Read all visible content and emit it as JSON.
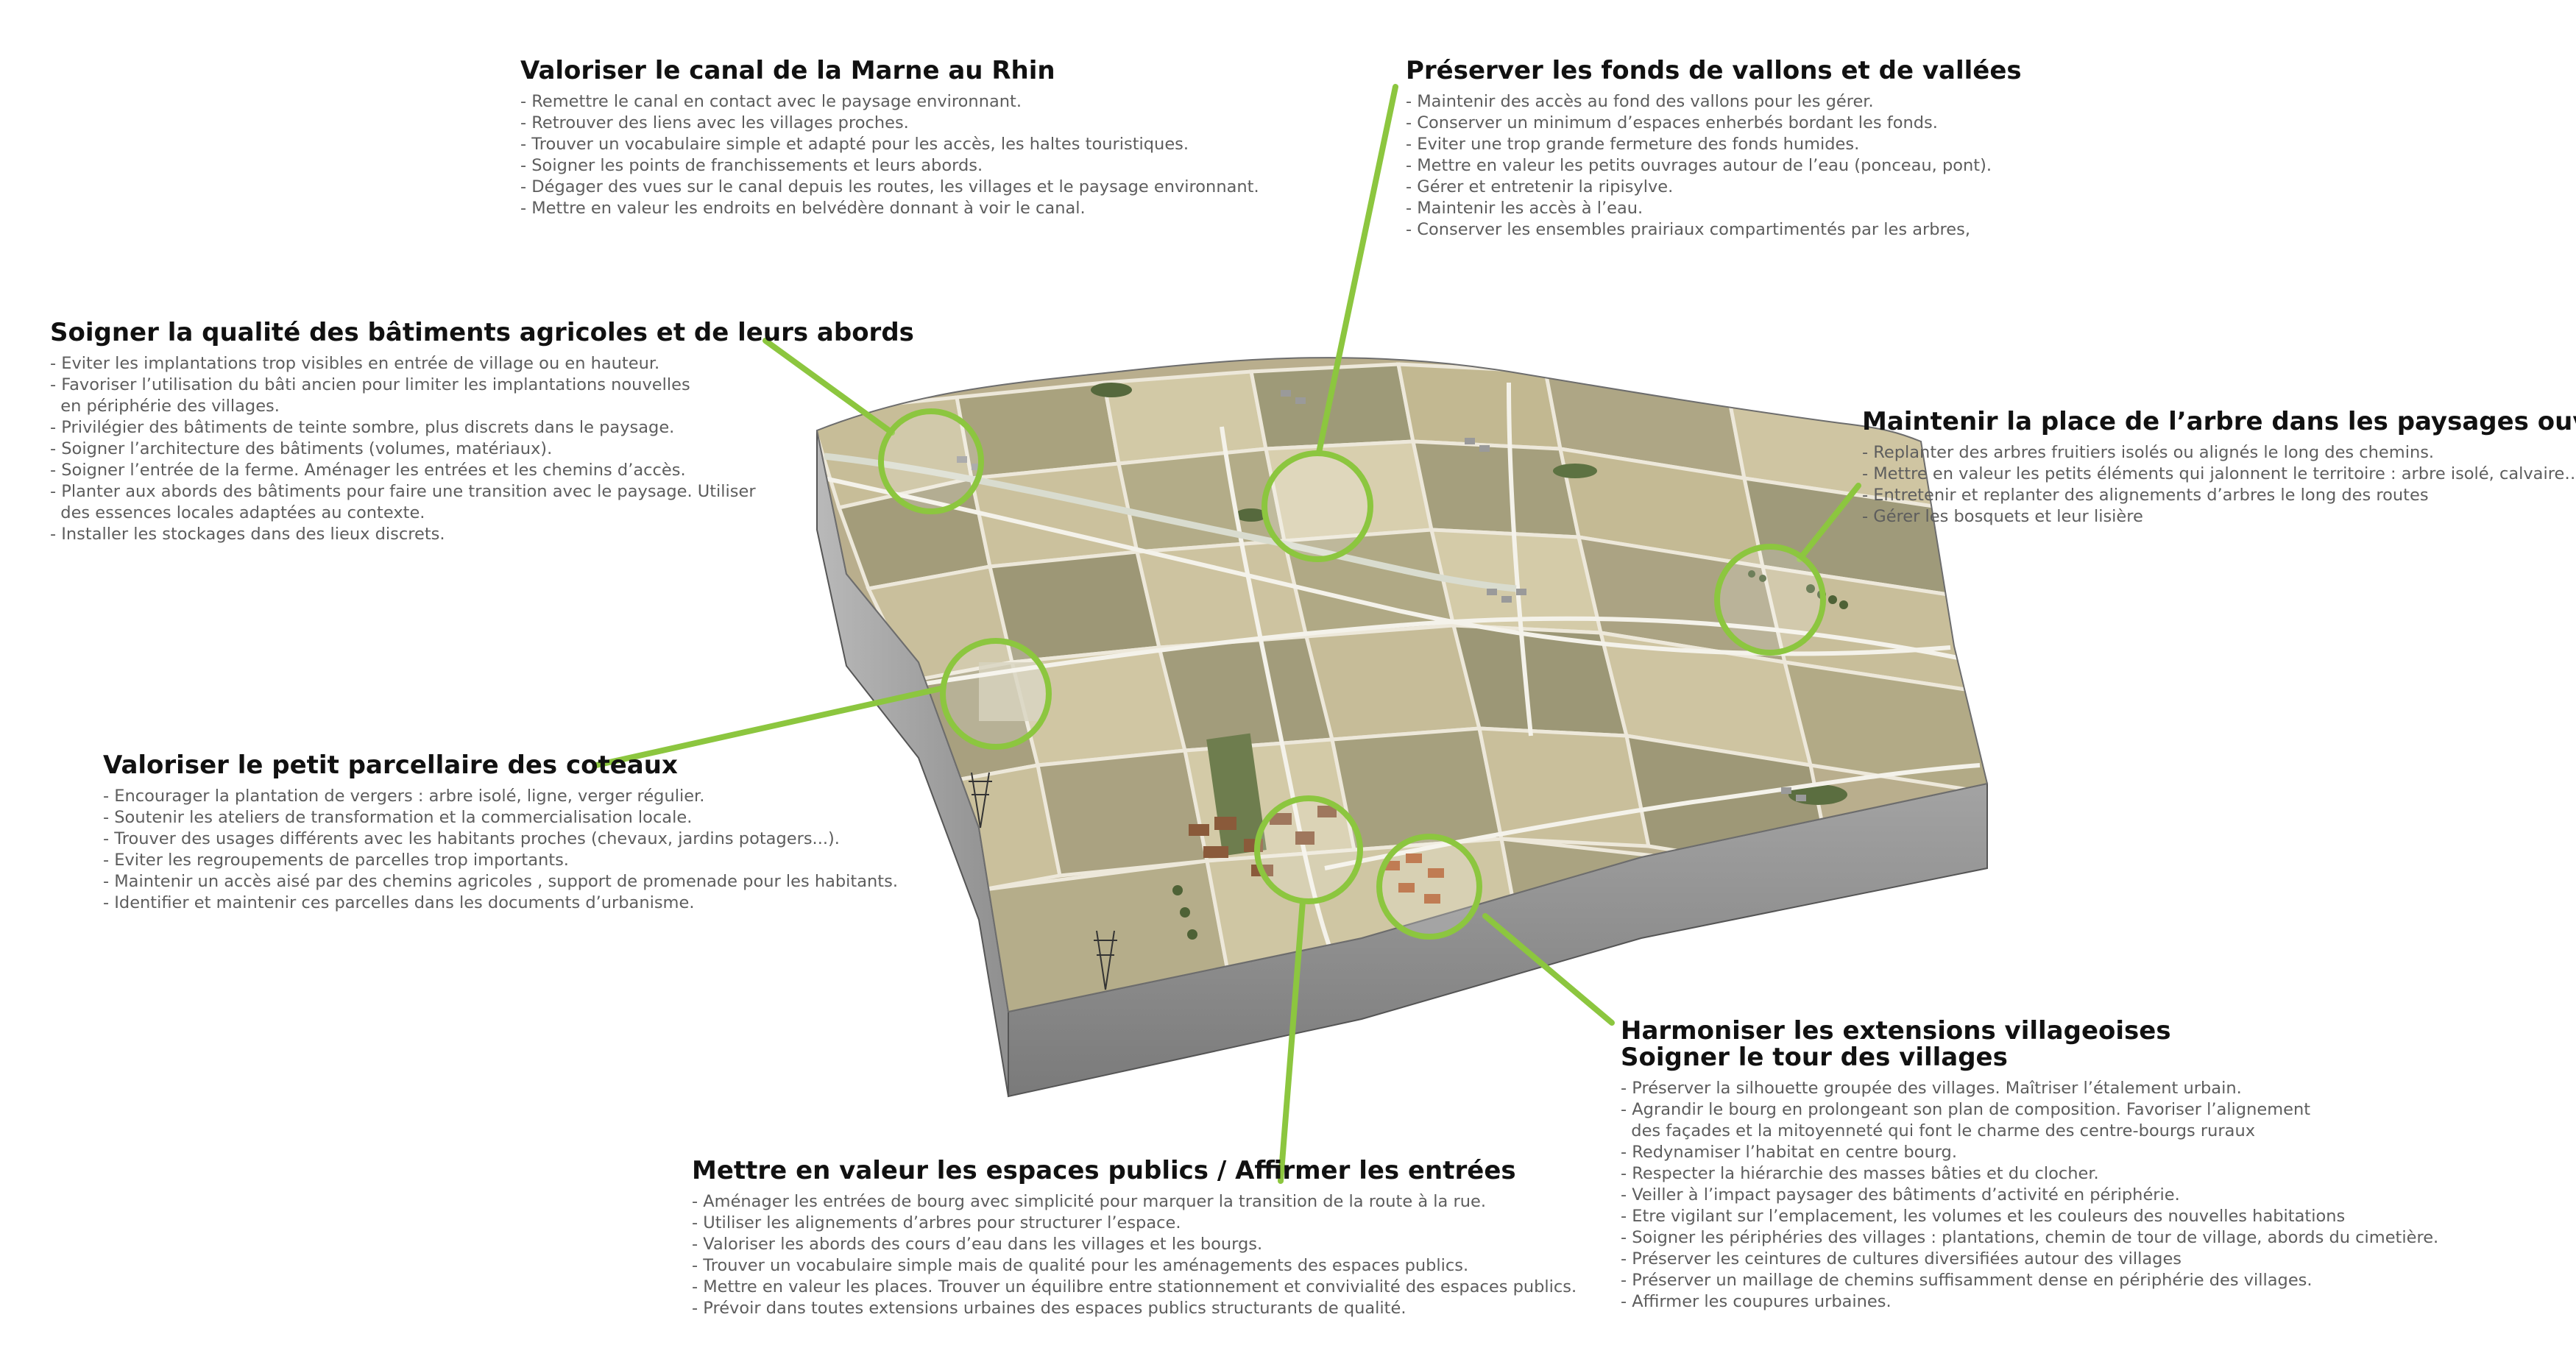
{
  "accent_color": "#8cc63f",
  "sections": {
    "canal": {
      "title": "Valoriser le canal de la Marne au Rhin",
      "items": [
        "- Remettre le canal en contact avec le paysage environnant.",
        "- Retrouver des liens avec les villages proches.",
        "- Trouver un vocabulaire simple et adapté pour les accès, les haltes touristiques.",
        "- Soigner les points de franchissements et leurs abords.",
        "- Dégager des vues sur le canal depuis les routes, les villages et le paysage environnant.",
        "- Mettre en valeur les endroits en belvédère donnant à voir le canal."
      ]
    },
    "vallons": {
      "title": "Préserver les fonds de vallons et de vallées",
      "items": [
        "- Maintenir des accès au fond des vallons pour les gérer.",
        "- Conserver un minimum d’espaces enherbés bordant les fonds.",
        "- Eviter une trop grande fermeture des fonds humides.",
        "- Mettre en valeur les petits ouvrages autour de l’eau (ponceau, pont).",
        "- Gérer et entretenir la ripisylve.",
        "- Maintenir les accès à l’eau.",
        "- Conserver les ensembles prairiaux compartimentés par les arbres,"
      ]
    },
    "batiments": {
      "title": "Soigner la qualité des bâtiments agricoles et de leurs abords",
      "items": [
        "- Eviter les implantations trop visibles en entrée de village ou en hauteur.",
        "- Favoriser l’utilisation du bâti ancien pour limiter les implantations nouvelles",
        "  en périphérie des villages.",
        "- Privilégier des bâtiments de teinte sombre, plus discrets dans le paysage.",
        "- Soigner l’architecture des bâtiments (volumes, matériaux).",
        "- Soigner l’entrée de la ferme. Aménager les entrées et les chemins d’accès.",
        "- Planter aux abords des bâtiments pour faire une transition avec le paysage. Utiliser",
        "  des essences locales adaptées au contexte.",
        "- Installer les stockages dans des lieux discrets."
      ]
    },
    "arbre": {
      "title": "Maintenir la place de l’arbre dans les paysages ouverts",
      "items": [
        "- Replanter des arbres fruitiers isolés ou alignés le long des chemins.",
        "- Mettre en valeur les petits éléments qui jalonnent le territoire : arbre isolé, calvaire…",
        "- Entretenir et replanter des alignements d’arbres le long des routes",
        "- Gérer les bosquets et leur lisière"
      ]
    },
    "parcellaire": {
      "title": "Valoriser le petit parcellaire des coteaux",
      "items": [
        "- Encourager la plantation de vergers : arbre isolé, ligne, verger régulier.",
        "- Soutenir les ateliers de transformation et la commercialisation locale.",
        "- Trouver des usages différents avec les habitants proches (chevaux, jardins potagers...).",
        "- Eviter les regroupements de parcelles trop importants.",
        "- Maintenir un accès aisé par des chemins agricoles , support de promenade pour les habitants.",
        "- Identifier et maintenir ces parcelles dans les documents d’urbanisme."
      ]
    },
    "extensions": {
      "title": "Harmoniser les extensions villageoises",
      "subtitle": "Soigner le tour des villages",
      "items": [
        "- Préserver la silhouette groupée des villages. Maîtriser l’étalement urbain.",
        "- Agrandir le bourg en prolongeant son plan de composition. Favoriser l’alignement",
        "  des façades et la mitoyenneté qui font le charme des centre-bourgs ruraux",
        "- Redynamiser l’habitat en centre bourg.",
        "- Respecter la hiérarchie des masses bâties et du clocher.",
        "- Veiller à l’impact paysager des bâtiments d’activité en périphérie.",
        "- Etre vigilant sur l’emplacement, les volumes et les couleurs des nouvelles habitations",
        "- Soigner les périphéries des villages : plantations, chemin de tour de village, abords du cimetière.",
        "- Préserver les ceintures de cultures diversifiées autour des villages",
        "- Préserver un maillage de chemins suffisamment dense en périphérie des villages.",
        "- Affirmer les coupures urbaines."
      ]
    },
    "espaces": {
      "title": "Mettre en valeur les espaces publics / Affirmer les entrées",
      "items": [
        "- Aménager les entrées de bourg avec simplicité pour marquer la transition de la route à la rue.",
        "- Utiliser les alignements d’arbres pour structurer l’espace.",
        "- Valoriser les abords des cours d’eau dans les villages et les bourgs.",
        "- Trouver un vocabulaire simple mais de qualité pour les aménagements des espaces publics.",
        "- Mettre en valeur les places. Trouver un équilibre entre stationnement et convivialité des espaces publics.",
        "- Prévoir dans toutes extensions urbaines des espaces publics structurants de qualité."
      ]
    }
  }
}
